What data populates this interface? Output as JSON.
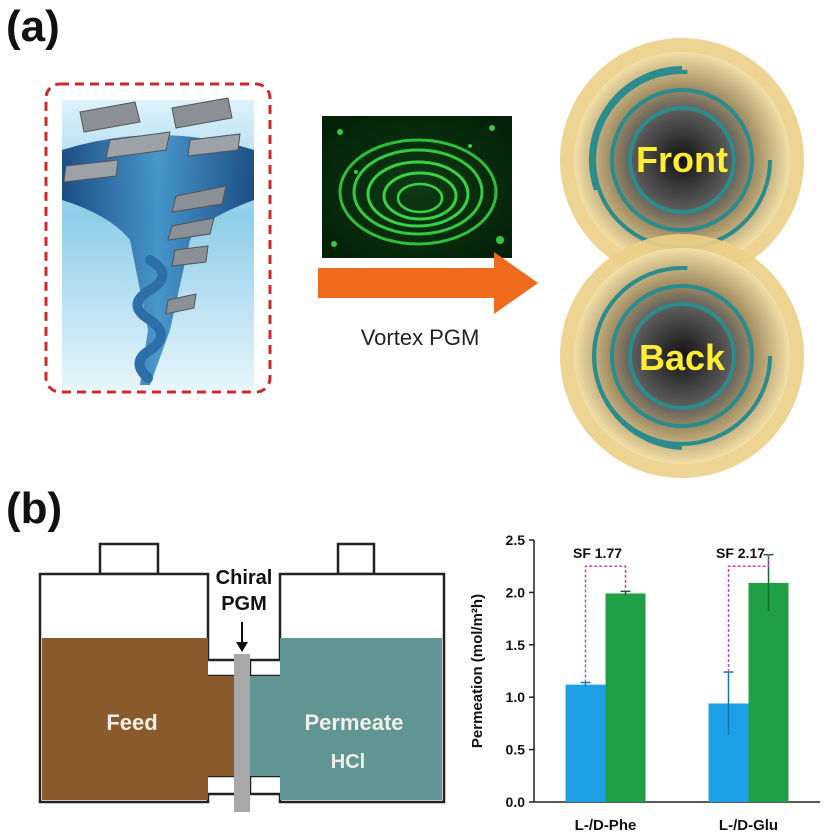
{
  "panel_a": {
    "label": "(a)",
    "arrow_label": "Vortex PGM",
    "front_label": "Front",
    "back_label": "Back",
    "colors": {
      "arrow": "#ef6a1c",
      "disc_gold": "#e8b84c",
      "ring_teal": "#2a8c8c",
      "disc_text": "#ffee33",
      "dashed_frame": "#cc2a2a"
    }
  },
  "panel_b": {
    "label": "(b)",
    "membrane_label_line1": "Chiral",
    "membrane_label_line2": "PGM",
    "feed_label": "Feed",
    "permeate_label": "Permeate",
    "permeate_sub_label": "HCl",
    "colors": {
      "feed": "#8a5a2c",
      "permeate": "#5f9694",
      "membrane": "#a8a8a8"
    }
  },
  "chart_data": {
    "type": "bar",
    "categories": [
      "L-/D-Phe",
      "L-/D-Glu"
    ],
    "series": [
      {
        "values": [
          1.12,
          0.94
        ],
        "errors": [
          0.02,
          0.3
        ],
        "color": "#1ea0e6"
      },
      {
        "values": [
          1.99,
          2.09
        ],
        "errors": [
          0.02,
          0.27
        ],
        "color": "#1fa046"
      }
    ],
    "annotations": [
      "SF 1.77",
      "SF 2.17"
    ],
    "ylabel": "Permeation (mol/m²h)",
    "ylim": [
      0,
      2.5
    ],
    "yticks": [
      "0.0",
      "0.5",
      "1.0",
      "1.5",
      "2.0",
      "2.5"
    ],
    "grid": false
  }
}
